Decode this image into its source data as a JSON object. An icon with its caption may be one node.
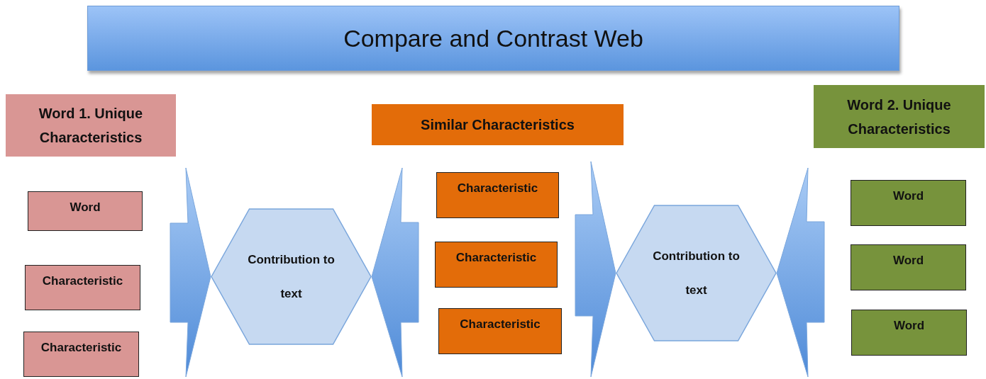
{
  "diagram": {
    "title": "Compare and Contrast Web",
    "nodes": [
      {
        "text": [
          "Word 1. Unique Characteristics"
        ]
      },
      {
        "text": [
          "Word"
        ]
      },
      {
        "text": [
          "Characteristic"
        ]
      },
      {
        "text": [
          "Characteristic"
        ]
      },
      {
        "text": [
          "Contribution to text"
        ]
      },
      {
        "text": [
          "Similar Characteristics"
        ]
      },
      {
        "text": [
          "Characteristic"
        ]
      },
      {
        "text": [
          "Characteristic"
        ]
      },
      {
        "text": [
          "Characteristic"
        ]
      },
      {
        "text": [
          "Contribution to text"
        ]
      },
      {
        "text": [
          "Word 2. Unique Characteristics"
        ]
      },
      {
        "text": [
          "Word"
        ]
      },
      {
        "text": [
          "Word"
        ]
      },
      {
        "text": [
          "Word"
        ]
      }
    ],
    "edges": [
      {
        "from": null,
        "to": 4,
        "arrow": "to"
      },
      {
        "from": null,
        "to": 4,
        "arrow": "to"
      },
      {
        "from": null,
        "to": 9,
        "arrow": "to"
      },
      {
        "from": null,
        "to": 9,
        "arrow": "to"
      }
    ]
  }
}
